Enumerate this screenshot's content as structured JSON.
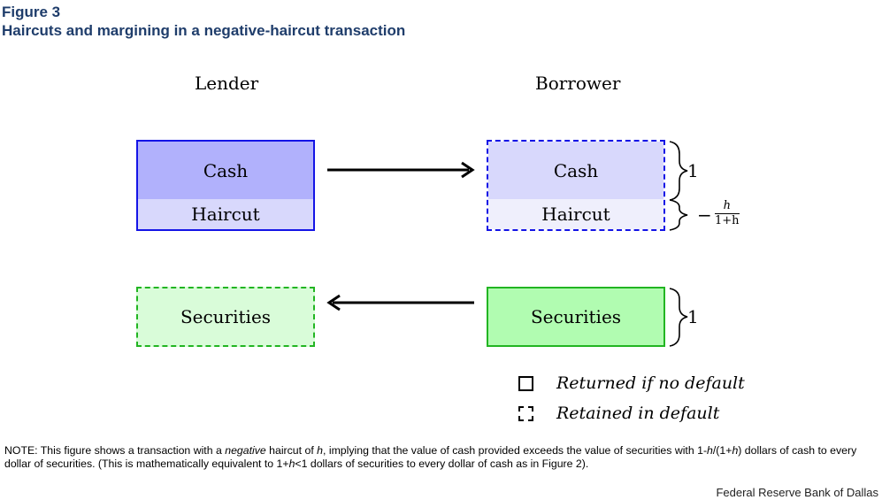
{
  "figure": {
    "label": "Figure 3",
    "title": "Haircuts and margining in a negative-haircut transaction"
  },
  "columns": {
    "lender": "Lender",
    "borrower": "Borrower"
  },
  "lender_cash_box": {
    "cash": "Cash",
    "haircut": "Haircut"
  },
  "borrower_cash_box": {
    "cash": "Cash",
    "haircut": "Haircut"
  },
  "lender_securities_box": {
    "label": "Securities"
  },
  "borrower_securities_box": {
    "label": "Securities"
  },
  "braces": {
    "cash_value": "1",
    "haircut_sign": "−",
    "haircut_num": "h",
    "haircut_den": "1+h",
    "securities_value": "1"
  },
  "legend": {
    "returned": "Returned if no default",
    "retained": "Retained in default"
  },
  "note": {
    "p1": "NOTE: This figure shows a transaction with a ",
    "em1": "negative",
    "p2": " haircut of ",
    "em2": "h",
    "p3": ", implying that the value of cash provided exceeds the value of securities with 1-",
    "em3": "h",
    "p4": "/(1+",
    "em4": "h",
    "p5": ") dollars of cash to every dollar of securities. (This is mathematically equivalent to 1+",
    "em5": "h",
    "p6": "<1 dollars of securities to every dollar of cash as in Figure 2)."
  },
  "source": "Federal Reserve Bank of Dallas",
  "colors": {
    "title": "#1f3d6b",
    "cash_border": "#1414e6",
    "securities_border": "#22b522"
  }
}
